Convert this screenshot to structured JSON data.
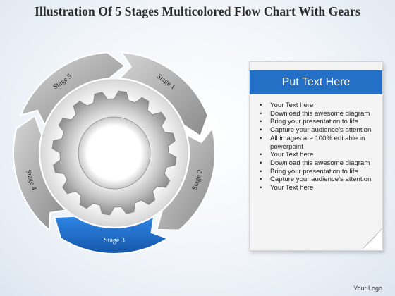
{
  "title": "Illustration Of 5 Stages Multicolored Flow Chart With Gears",
  "stages": [
    {
      "label": "Stage 1",
      "color": "#9a9a9a"
    },
    {
      "label": "Stage 2",
      "color": "#8e8e8e"
    },
    {
      "label": "Stage 3",
      "color": "#1f6fd0",
      "highlighted": true
    },
    {
      "label": "Stage 4",
      "color": "#a3a3a3"
    },
    {
      "label": "Stage 5",
      "color": "#b0b0b0"
    }
  ],
  "panel": {
    "header": "Put Text Here",
    "header_color": "#2470c6",
    "items": [
      "Your Text here",
      "Download this awesome diagram",
      "Bring your presentation to life",
      "Capture your audience’s attention",
      "All images are 100% editable in powerpoint",
      "Your Text here",
      "Download this awesome diagram",
      "Bring your presentation to life",
      "Capture your audience’s attention",
      "Your Text here"
    ]
  },
  "footer": "Your Logo"
}
